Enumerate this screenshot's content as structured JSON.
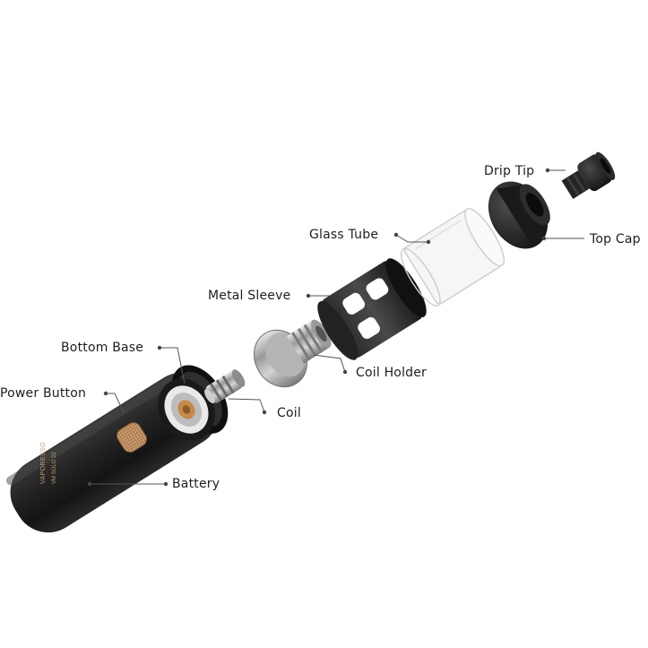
{
  "labels": {
    "drip_tip": "Drip Tip",
    "top_cap": "Top Cap",
    "glass_tube": "Glass Tube",
    "metal_sleeve": "Metal Sleeve",
    "coil_holder": "Coil Holder",
    "bottom_base": "Bottom Base",
    "coil": "Coil",
    "power_button": "Power Button",
    "battery": "Battery"
  },
  "battery_print": "VAPORESSO",
  "battery_model": "VM SOLO 22",
  "colors": {
    "body": "#1b1b1b",
    "leader": "#555555",
    "button": "#c89a6a",
    "glass": "#d8d8d8",
    "metal": "#a8a8a8"
  }
}
